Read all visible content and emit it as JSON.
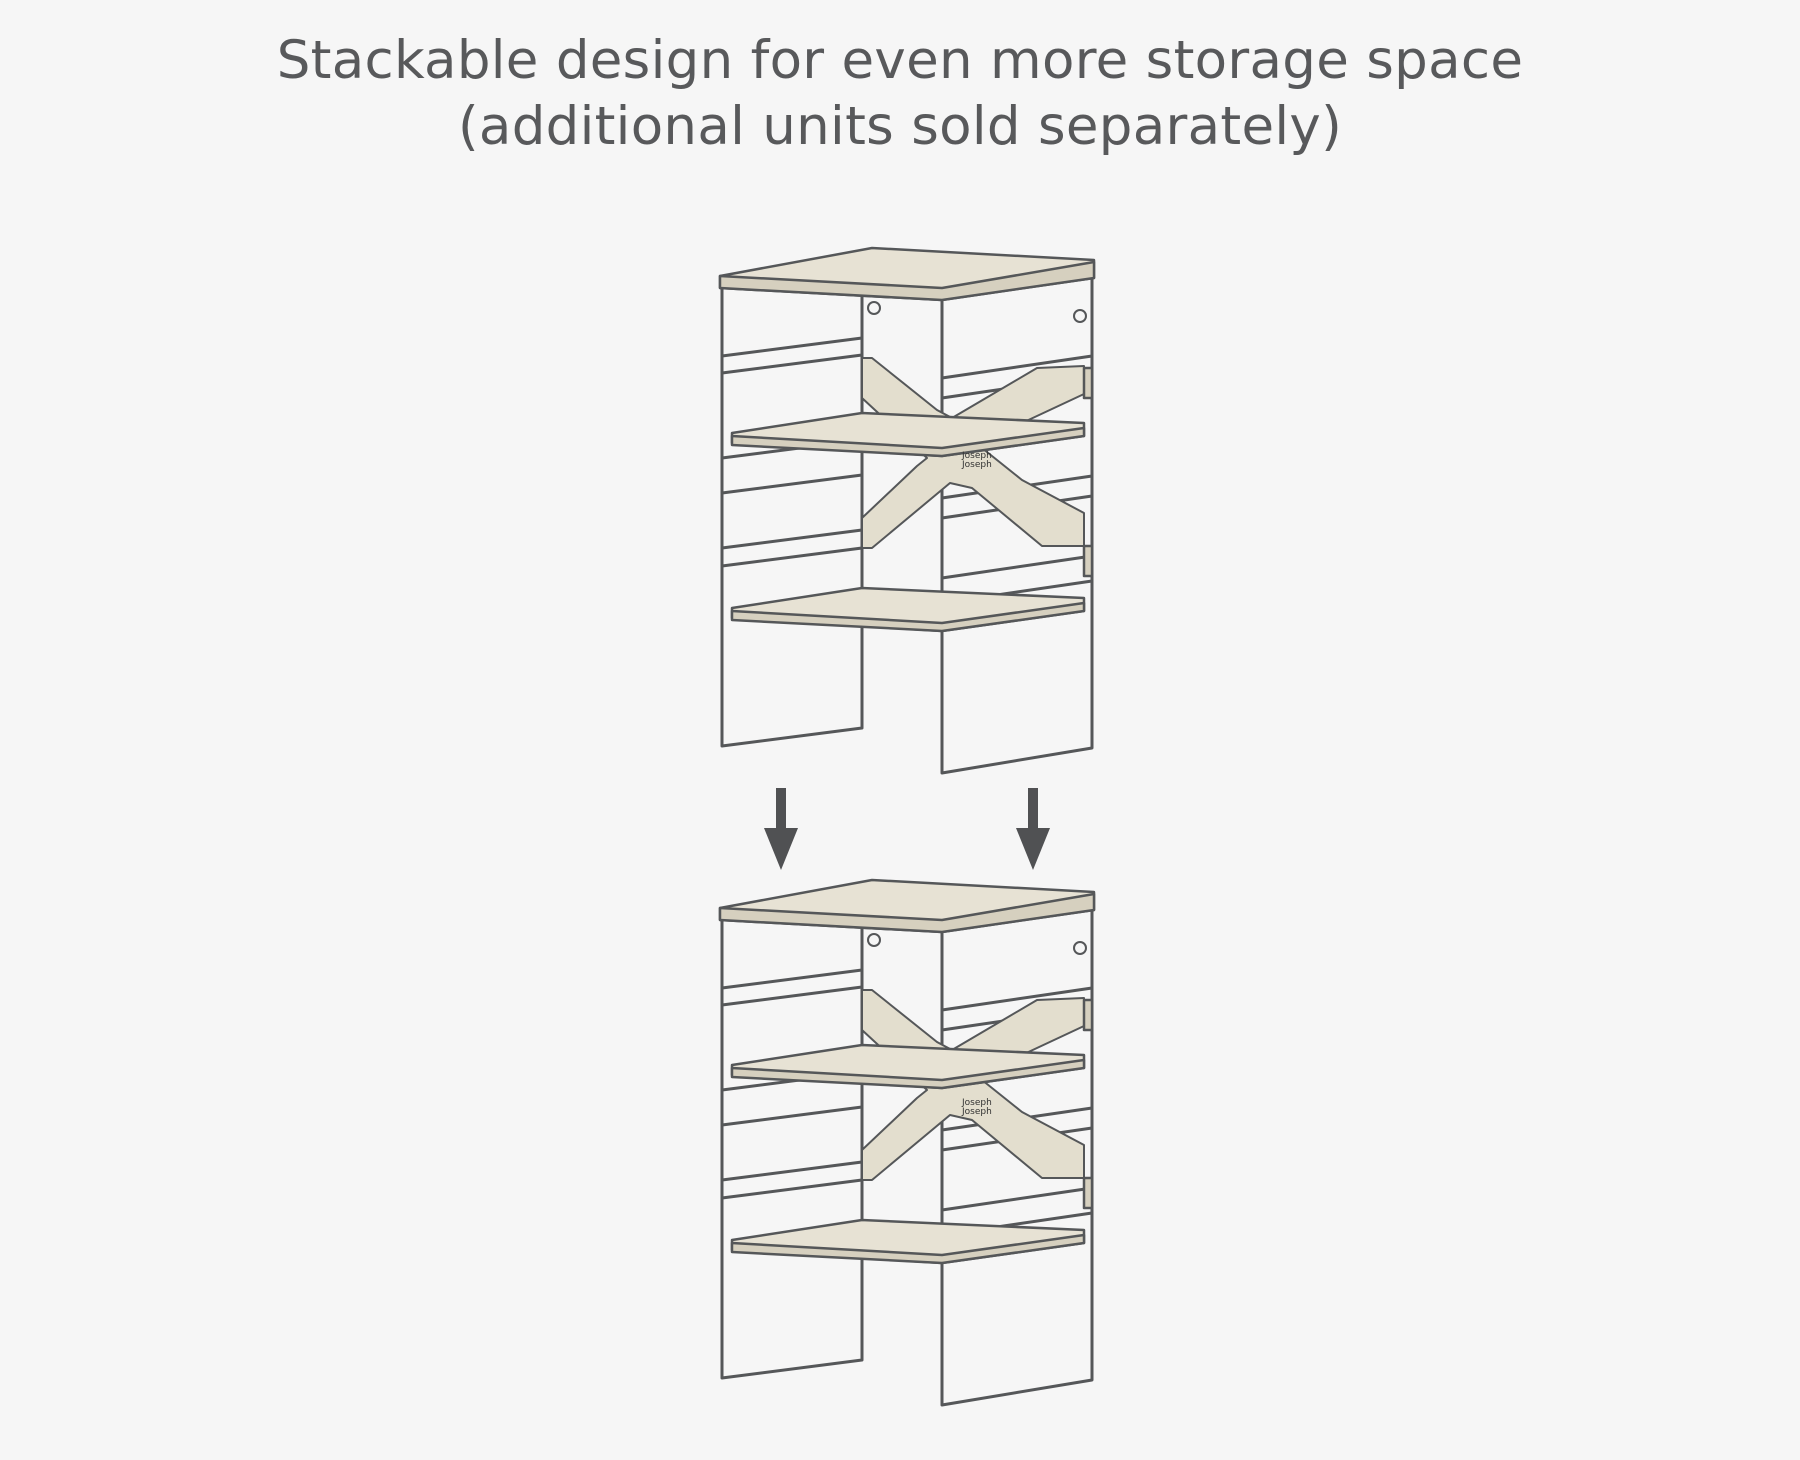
{
  "caption": {
    "line1": "Stackable design for even more storage space",
    "line2": "(additional units sold separately)"
  },
  "diagram": {
    "units": [
      {
        "brand_text_1": "Joseph",
        "brand_text_2": "Joseph"
      },
      {
        "brand_text_1": "Joseph",
        "brand_text_2": "Joseph"
      }
    ],
    "colors": {
      "background": "#f6f6f6",
      "frame": "#555759",
      "shelf": "#e7e2d4",
      "arrow": "#505153"
    }
  }
}
